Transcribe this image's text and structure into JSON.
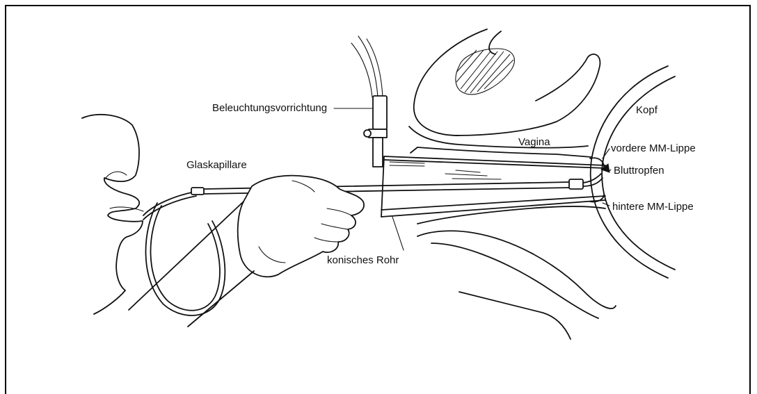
{
  "diagram": {
    "labels": {
      "illumination": "Beleuchtungsvorrichtung",
      "capillary": "Glaskapillare",
      "vagina": "Vagina",
      "head": "Kopf",
      "anterior_lip": "vordere MM-Lippe",
      "blood_drop": "Bluttropfen",
      "posterior_lip": "hintere MM-Lippe",
      "conical_tube": "konisches Rohr"
    }
  }
}
